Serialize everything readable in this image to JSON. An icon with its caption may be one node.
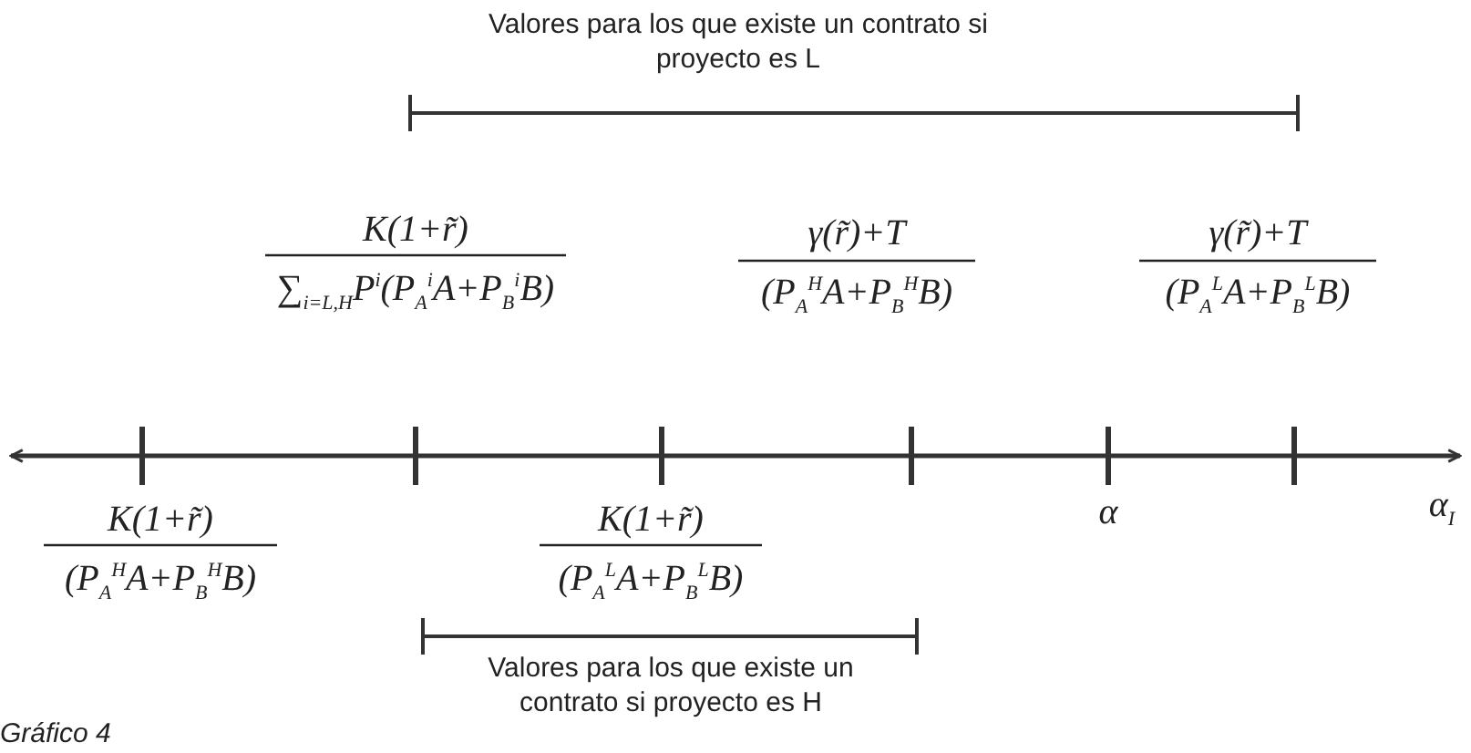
{
  "diagram": {
    "caption": "Gráfico 4",
    "labels": [
      "Valores para los que existe un contrato si proyecto es L",
      "K(1+r̃)",
      "∑$_{i=L,H}$P$^{i}$(P$_{A}$$^{i}$A+P$_{B}$$^{i}$B)",
      "γ(r̃)+T",
      "(P$_{A}$$^{H}$A+P$_{B}$$^{H}$B)",
      "γ(r̃)+T",
      "(P$_{A}$$^{L}$A+P$_{B}$$^{L}$B)",
      "K(1+r̃)",
      "(P$_{A}$$^{H}$A+P$_{B}$$^{H}$B)",
      "K(1+r̃)",
      "(P$_{A}$$^{L}$A+P$_{B}$$^{L}$B)",
      "α",
      "α$_{I}$",
      "Valores para los que existe un contrato si proyecto es H"
    ]
  }
}
